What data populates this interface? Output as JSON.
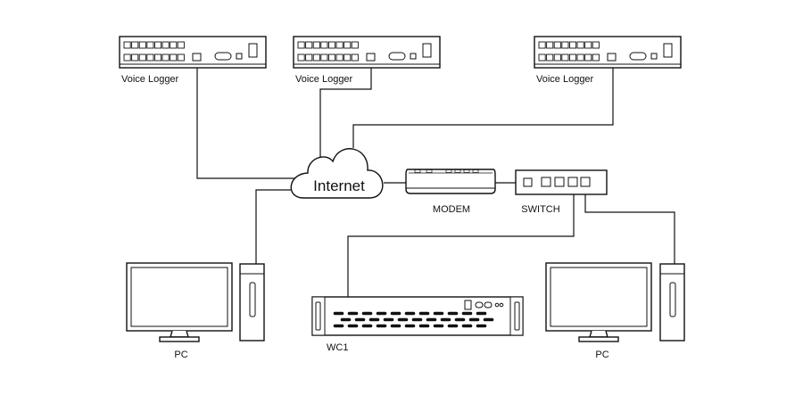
{
  "nodes": {
    "logger_1": {
      "label": "Voice Logger",
      "icon": "voice-logger-icon"
    },
    "logger_2": {
      "label": "Voice Logger",
      "icon": "voice-logger-icon"
    },
    "logger_3": {
      "label": "Voice Logger",
      "icon": "voice-logger-icon"
    },
    "internet": {
      "label": "Internet",
      "icon": "cloud-icon"
    },
    "modem": {
      "label": "MODEM",
      "icon": "modem-icon"
    },
    "switch": {
      "label": "SWITCH",
      "icon": "network-switch-icon"
    },
    "wc1": {
      "label": "WC1",
      "icon": "rack-server-icon"
    },
    "pc_left": {
      "label": "PC",
      "icon": "desktop-pc-icon"
    },
    "pc_right": {
      "label": "PC",
      "icon": "desktop-pc-icon"
    }
  },
  "colors": {
    "line": "#111111",
    "background": "#ffffff"
  }
}
